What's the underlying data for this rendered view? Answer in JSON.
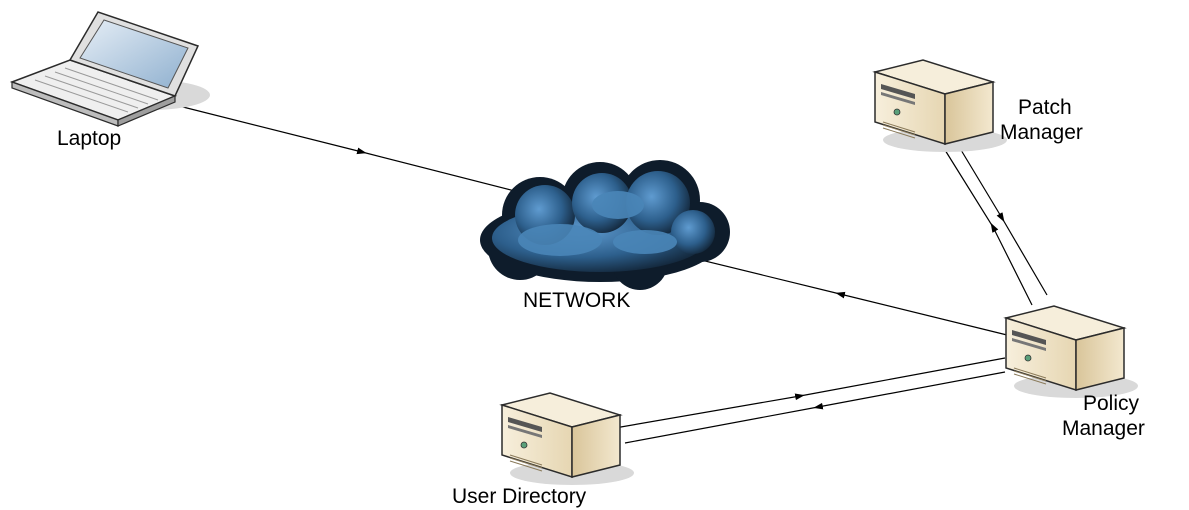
{
  "nodes": {
    "laptop": {
      "label": "Laptop"
    },
    "network": {
      "label": "NETWORK"
    },
    "patch_manager": {
      "label_line1": "Patch",
      "label_line2": "Manager"
    },
    "policy_manager": {
      "label_line1": "Policy",
      "label_line2": "Manager"
    },
    "user_directory": {
      "label": "User Directory"
    }
  },
  "connections": [
    {
      "from": "Laptop",
      "to": "NETWORK"
    },
    {
      "from": "Policy Manager",
      "to": "NETWORK"
    },
    {
      "from": "Patch Manager",
      "to": "Policy Manager"
    },
    {
      "from": "Policy Manager",
      "to": "Patch Manager"
    },
    {
      "from": "User Directory",
      "to": "Policy Manager"
    },
    {
      "from": "Policy Manager",
      "to": "User Directory"
    }
  ],
  "colors": {
    "cloud_dark": "#0e1c2b",
    "cloud_light": "#4a86b8",
    "server_beige": "#efe2c4",
    "laptop_screen": "#bcd0e2",
    "shadow": "#d8d8d8",
    "line": "#000000"
  }
}
